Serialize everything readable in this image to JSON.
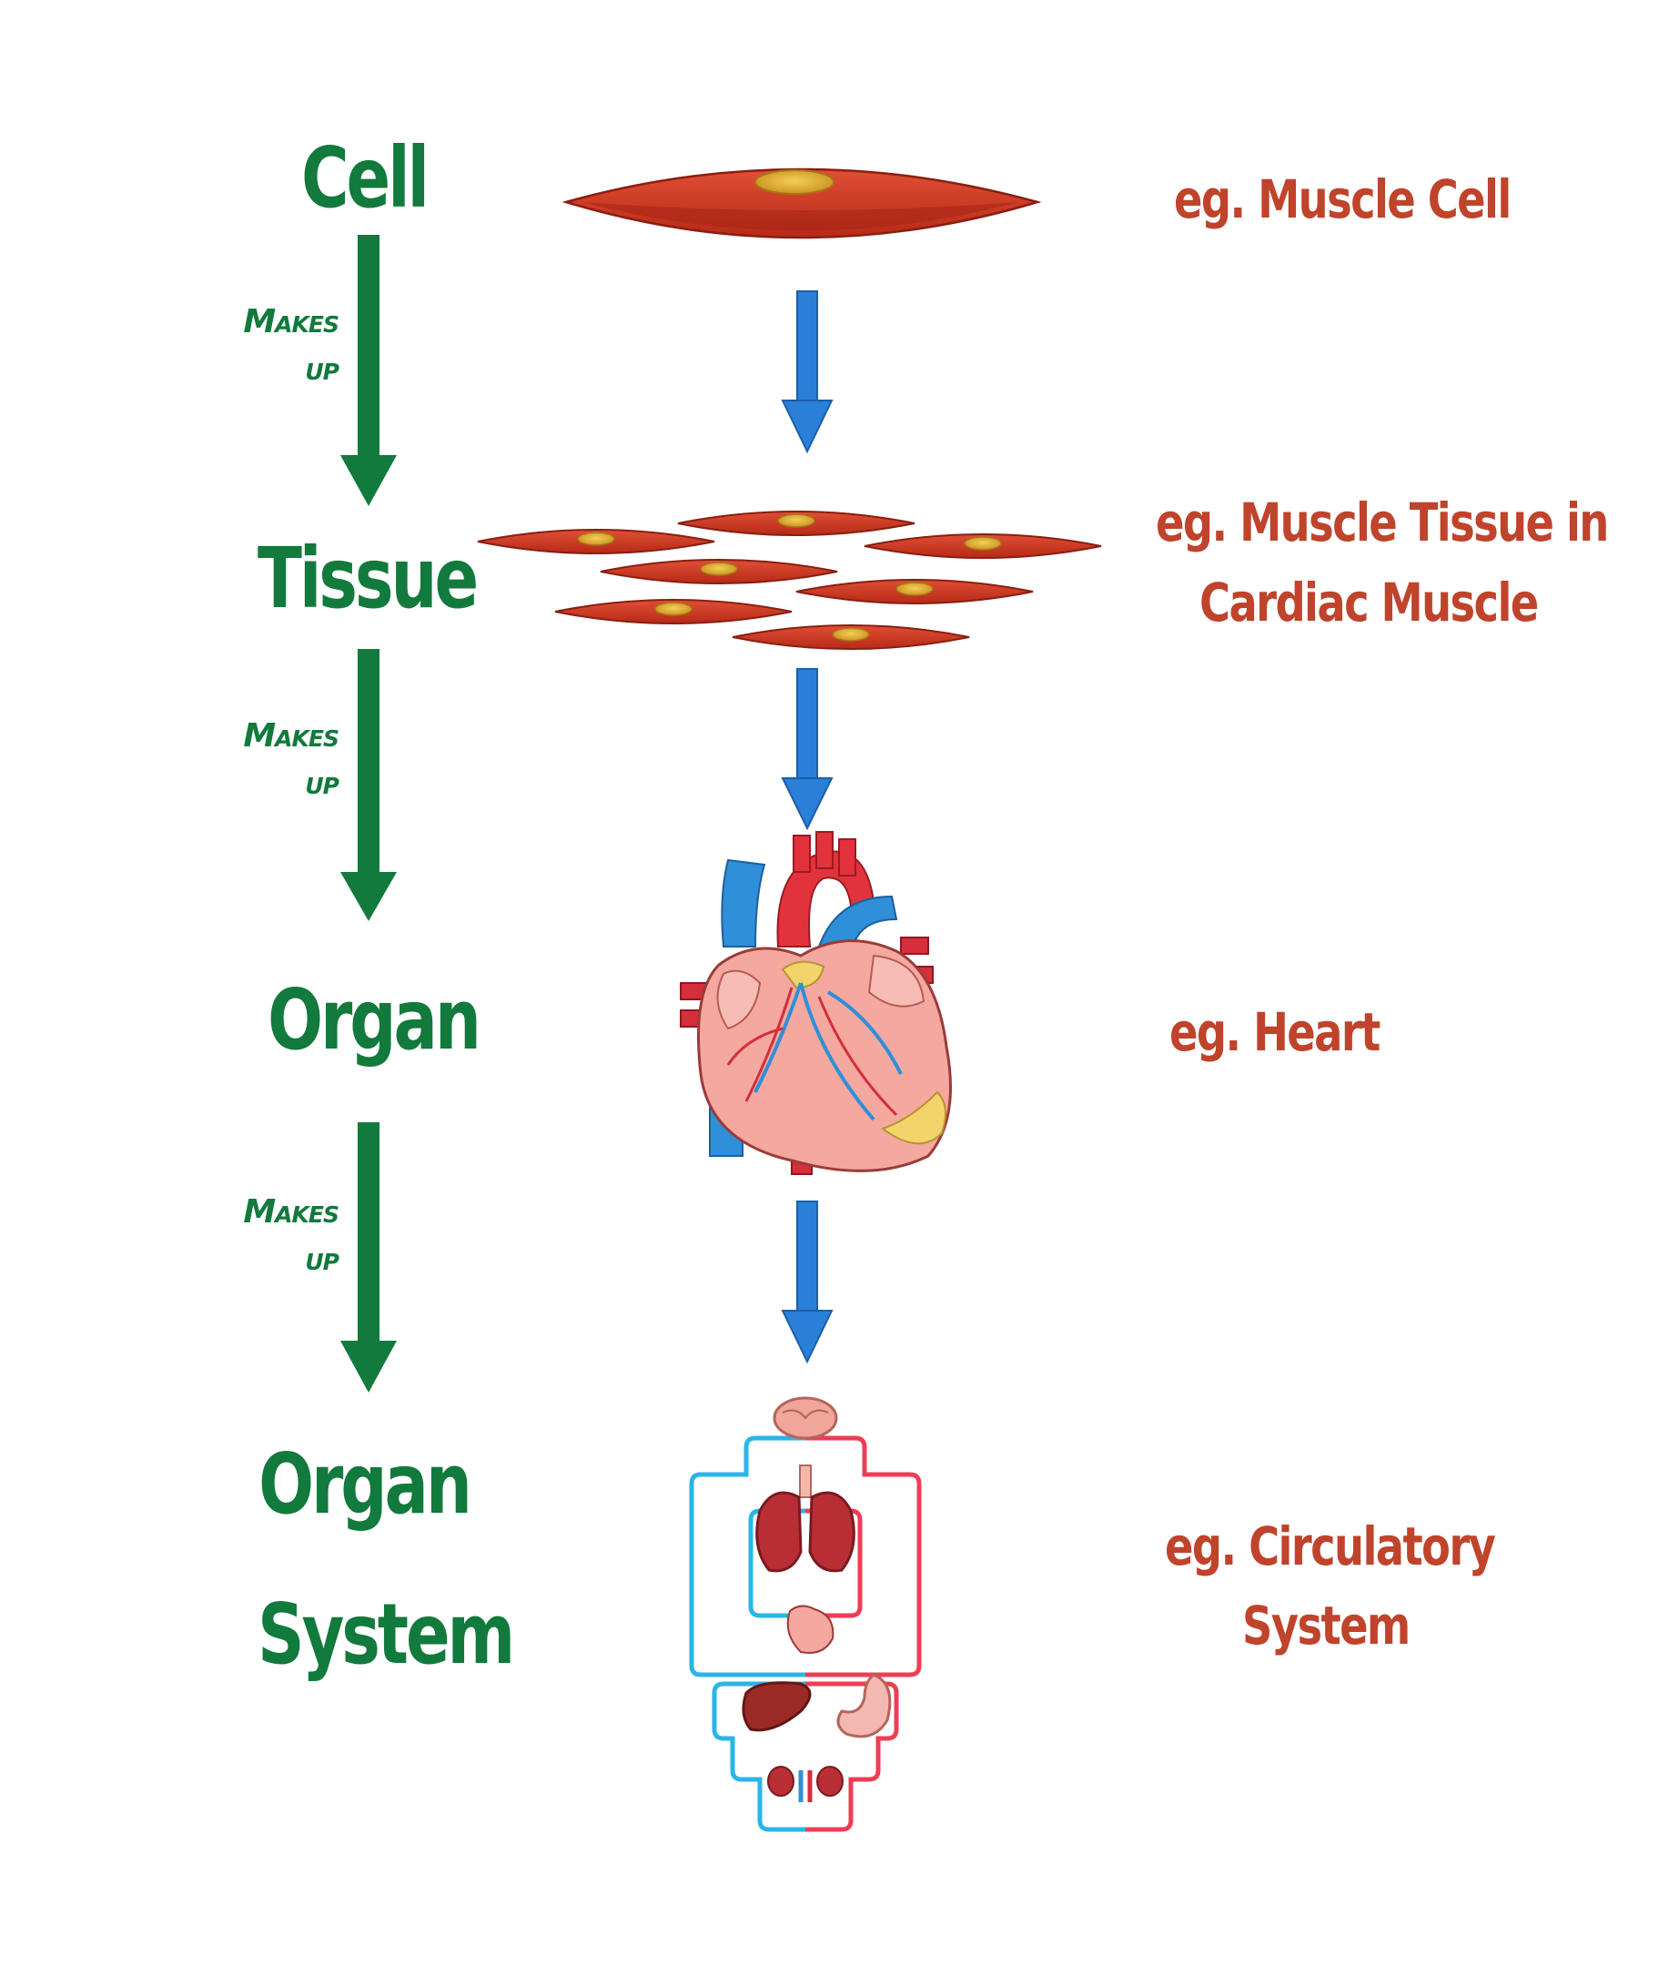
{
  "levels": [
    {
      "name": "Cell",
      "example": "eg. Muscle Cell"
    },
    {
      "name": "Tissue",
      "example_line1": "eg. Muscle Tissue in",
      "example_line2": "Cardiac Muscle"
    },
    {
      "name": "Organ",
      "example": "eg. Heart"
    },
    {
      "name_line1": "Organ",
      "name_line2": "System",
      "example_line1": "eg. Circulatory",
      "example_line2": "System"
    }
  ],
  "relation": {
    "word1": "Makes",
    "word2": "up"
  },
  "colors": {
    "label_green": "#117a3c",
    "example_red": "#c0432b",
    "blue_arrow": "#2a7fd8",
    "muscle_red": "#c8341f",
    "nucleus": "#e2b534",
    "vessel_blue": "#29b5e8",
    "vessel_red": "#ef3d55"
  },
  "icons": [
    "muscle-cell-icon",
    "muscle-tissue-icon",
    "heart-icon",
    "circulatory-system-icon"
  ]
}
